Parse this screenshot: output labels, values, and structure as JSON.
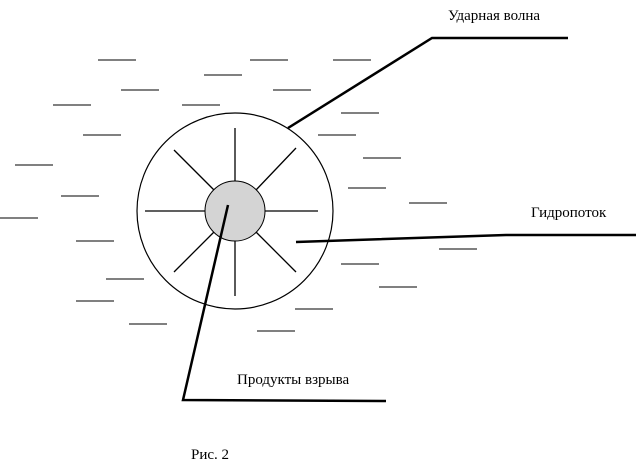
{
  "labels": {
    "shock_wave": "Ударная волна",
    "hydroflow": "Гидропоток",
    "explosion_products": "Продукты взрыва"
  },
  "caption": "Рис. 2",
  "colors": {
    "stroke": "#000000",
    "core_fill": "#d4d4d4",
    "background": "#ffffff"
  }
}
